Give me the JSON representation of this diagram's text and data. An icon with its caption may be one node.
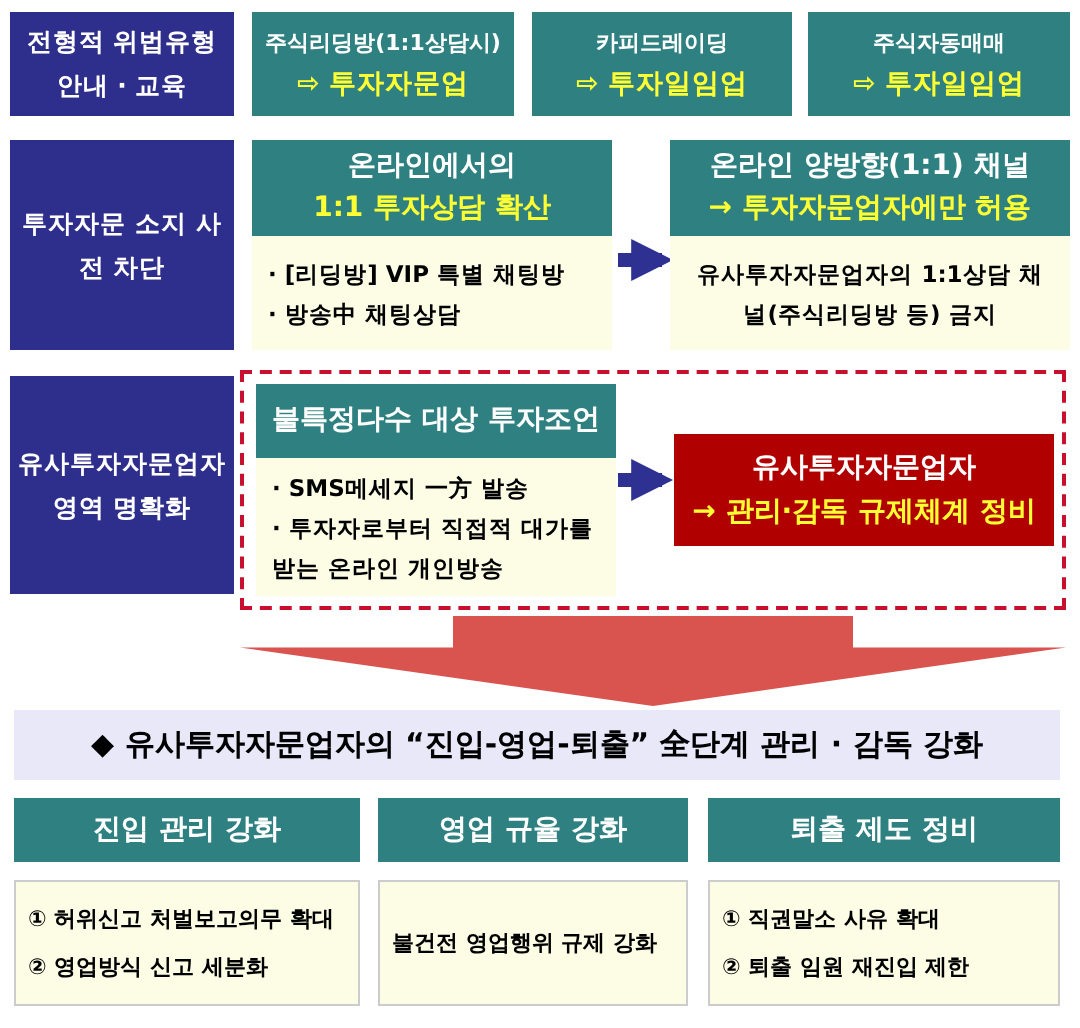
{
  "diagram": {
    "nodes": [
      {
        "text": [
          "전형적 위법유형 안내 · 교육"
        ]
      },
      {
        "text": [
          "주식리딩방(1:1상담시)",
          "⇨ 투자자문업"
        ]
      },
      {
        "text": [
          "카피드레이딩",
          "⇨ 투자일임업"
        ]
      },
      {
        "text": [
          "주식자동매매",
          "⇨ 투자일임업"
        ]
      },
      {
        "text": [
          "투자자문 소지 사전 차단"
        ]
      },
      {
        "text": [
          "온라인에서의",
          "1:1 투자상담 확산",
          "· [리딩방] VIP 특별 채팅방",
          "· 방송中 채팅상담"
        ]
      },
      {
        "text": [
          "온라인 양방향(1:1) 채널",
          "→ 투자자문업자에만 허용",
          "유사투자자문업자의 1:1상담 채널(주식리딩방 등) 금지"
        ]
      },
      {
        "text": [
          "유사투자자문업자 영역 명확화"
        ]
      },
      {
        "text": [],
        "shape": "box"
      },
      {
        "text": [
          "불특정다수 대상 투자조언",
          "· SMS메세지 一方 발송",
          "· 투자자로부터 직접적 대가를 받는 온라인 개인방송"
        ],
        "in": 8
      },
      {
        "text": [
          "유사투자자문업자",
          "→ 관리·감독 규제체계 정비"
        ],
        "in": 8
      },
      {
        "text": [
          "◆ 유사투자자문업자의 “진입-영업-퇴출” 全단계 관리 · 감독 강화"
        ]
      },
      {
        "text": [
          "진입 관리 강화"
        ]
      },
      {
        "text": [
          "① 허위신고 처벌보고의무 확대",
          "② 영업방식 신고 세분화"
        ]
      },
      {
        "text": [
          "영업 규율 강화"
        ]
      },
      {
        "text": [
          "불건전 영업행위 규제 강화"
        ]
      },
      {
        "text": [
          "퇴출 제도 정비"
        ]
      },
      {
        "text": [
          "① 직권말소 사유 확대",
          "② 퇴출 임원 재진입 제한"
        ]
      }
    ],
    "edges": [
      {
        "from": 5,
        "to": 6,
        "arrow": "to"
      },
      {
        "from": 9,
        "to": 10,
        "arrow": "to"
      },
      {
        "from": 8,
        "to": 11,
        "arrow": "to",
        "style": "thick",
        "color": "#d9534f"
      }
    ]
  }
}
